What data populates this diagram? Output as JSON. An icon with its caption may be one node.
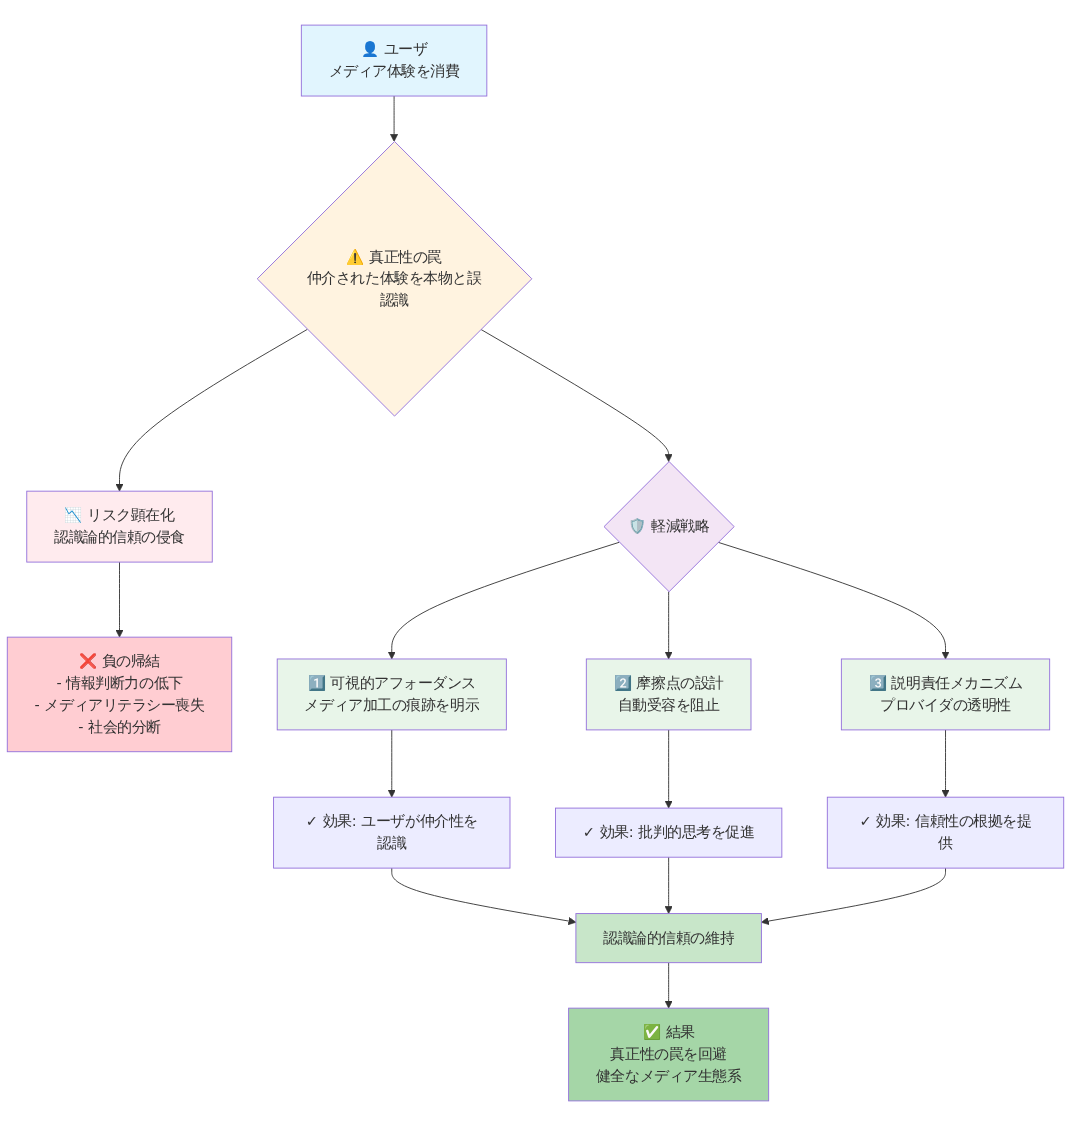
{
  "diagram": {
    "nodes": [
      {
        "text": [
          "👤 ユーザ",
          "メディア体験を消費"
        ]
      },
      {
        "text": [
          "⚠️ 真正性の罠",
          "仲介された体験を本物と誤認識"
        ]
      },
      {
        "text": [
          "📉 リスク顕在化",
          "認識論的信頼の侵食"
        ]
      },
      {
        "text": [
          "❌ 負の帰結",
          "- 情報判断力の低下",
          "- メディアリテラシー喪失",
          "- 社会的分断"
        ]
      },
      {
        "text": [
          "🛡️ 軽減戦略"
        ]
      },
      {
        "text": [
          "1️⃣ 可視的アフォーダンス",
          "メディア加工の痕跡を明示"
        ]
      },
      {
        "text": [
          "2️⃣ 摩擦点の設計",
          "自動受容を阻止"
        ]
      },
      {
        "text": [
          "3️⃣ 説明責任メカニズム",
          "プロバイダの透明性"
        ]
      },
      {
        "text": [
          "✓ 効果: ユーザが仲介性を認識"
        ]
      },
      {
        "text": [
          "✓ 効果: 批判的思考を促進"
        ]
      },
      {
        "text": [
          "✓ 効果: 信頼性の根拠を提供"
        ]
      },
      {
        "text": [
          "認識論的信頼の維持"
        ]
      },
      {
        "text": [
          "✅ 結果",
          "真正性の罠を回避",
          "健全なメディア生態系"
        ]
      }
    ],
    "edges": [
      {
        "from": 0,
        "to": 1,
        "arrow": "to"
      },
      {
        "from": 1,
        "to": 2,
        "arrow": "to"
      },
      {
        "from": 1,
        "to": 4,
        "arrow": "to"
      },
      {
        "from": 2,
        "to": 3,
        "arrow": "to"
      },
      {
        "from": 4,
        "to": 5,
        "arrow": "to"
      },
      {
        "from": 4,
        "to": 6,
        "arrow": "to"
      },
      {
        "from": 4,
        "to": 7,
        "arrow": "to"
      },
      {
        "from": 5,
        "to": 8,
        "arrow": "to"
      },
      {
        "from": 6,
        "to": 9,
        "arrow": "to"
      },
      {
        "from": 7,
        "to": 10,
        "arrow": "to"
      },
      {
        "from": 8,
        "to": 11,
        "arrow": "to"
      },
      {
        "from": 9,
        "to": 11,
        "arrow": "to"
      },
      {
        "from": 10,
        "to": 11,
        "arrow": "to"
      },
      {
        "from": 11,
        "to": 12,
        "arrow": "to"
      }
    ]
  }
}
